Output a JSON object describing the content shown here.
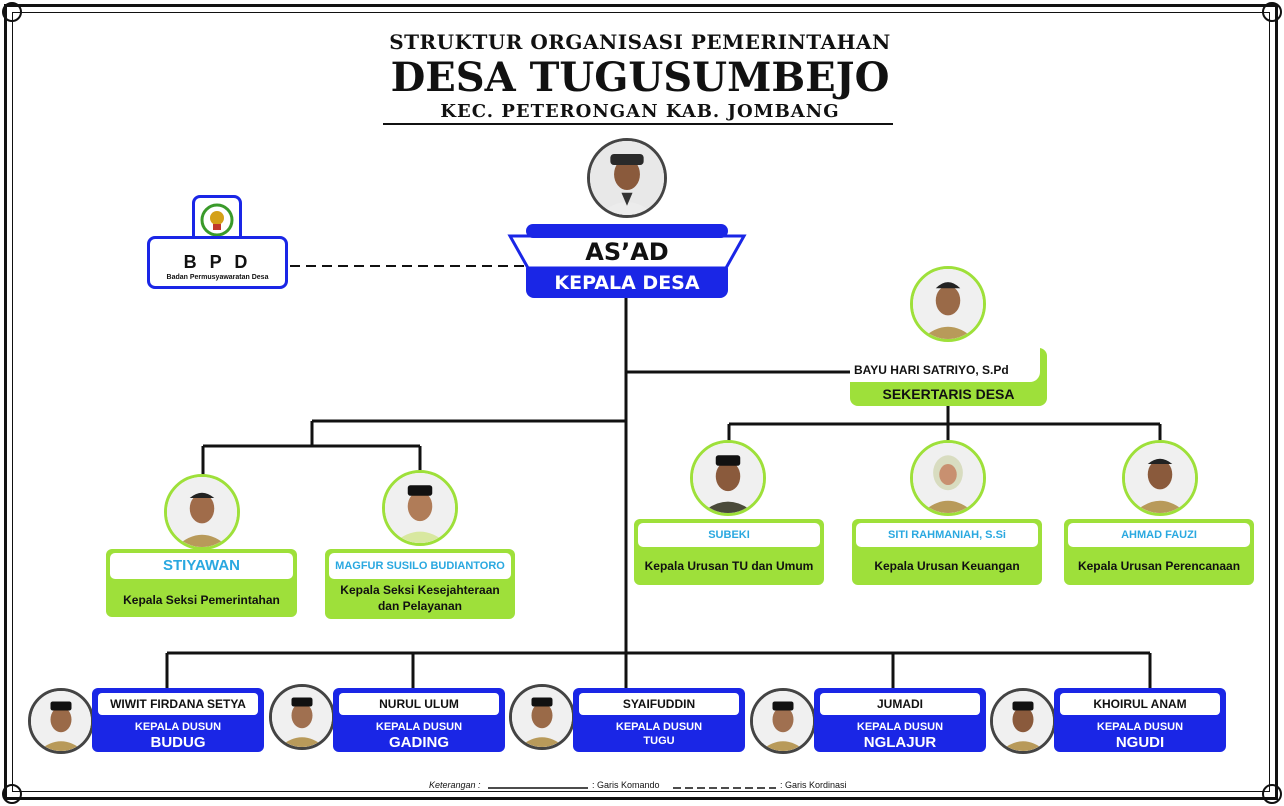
{
  "header": {
    "line1": "STRUKTUR ORGANISASI PEMERINTAHAN",
    "line2": "DESA TUGUSUMBEJO",
    "line3": "KEC. PETERONGAN KAB. JOMBANG"
  },
  "kepala_desa": {
    "name": "AS’AD",
    "role": "KEPALA DESA"
  },
  "bpd": {
    "abbr": "B P D",
    "full": "Badan Permusyawaratan Desa"
  },
  "sekretaris": {
    "name": "BAYU HARI SATRIYO, S.Pd",
    "role": "SEKERTARIS DESA"
  },
  "kasi": [
    {
      "name": "STIYAWAN",
      "role": "Kepala Seksi Pemerintahan"
    },
    {
      "name": "MAGFUR SUSILO BUDIANTORO",
      "role_line1": "Kepala Seksi Kesejahteraan",
      "role_line2": "dan Pelayanan"
    }
  ],
  "kaur": [
    {
      "name": "SUBEKI",
      "role": "Kepala Urusan TU dan Umum"
    },
    {
      "name": "SITI RAHMANIAH, S.Si",
      "role": "Kepala Urusan Keuangan"
    },
    {
      "name": "AHMAD FAUZI",
      "role": "Kepala Urusan Perencanaan"
    }
  ],
  "dusun": [
    {
      "name": "WIWIT FIRDANA SETYA",
      "role": "KEPALA DUSUN",
      "place": "BUDUG"
    },
    {
      "name": "NURUL ULUM",
      "role": "KEPALA DUSUN",
      "place": "GADING"
    },
    {
      "name": "SYAIFUDDIN",
      "role": "KEPALA DUSUN",
      "place": "TUGU"
    },
    {
      "name": "JUMADI",
      "role": "KEPALA DUSUN",
      "place": "NGLAJUR"
    },
    {
      "name": "KHOIRUL ANAM",
      "role": "KEPALA DUSUN",
      "place": "NGUDI"
    }
  ],
  "legend": {
    "label": "Keterangan :",
    "komando": ": Garis Komando",
    "kordinasi": ": Garis Kordinasi"
  },
  "colors": {
    "blue": "#1a26e6",
    "green": "#9ee03a",
    "cyan_text": "#2aa8e0"
  }
}
